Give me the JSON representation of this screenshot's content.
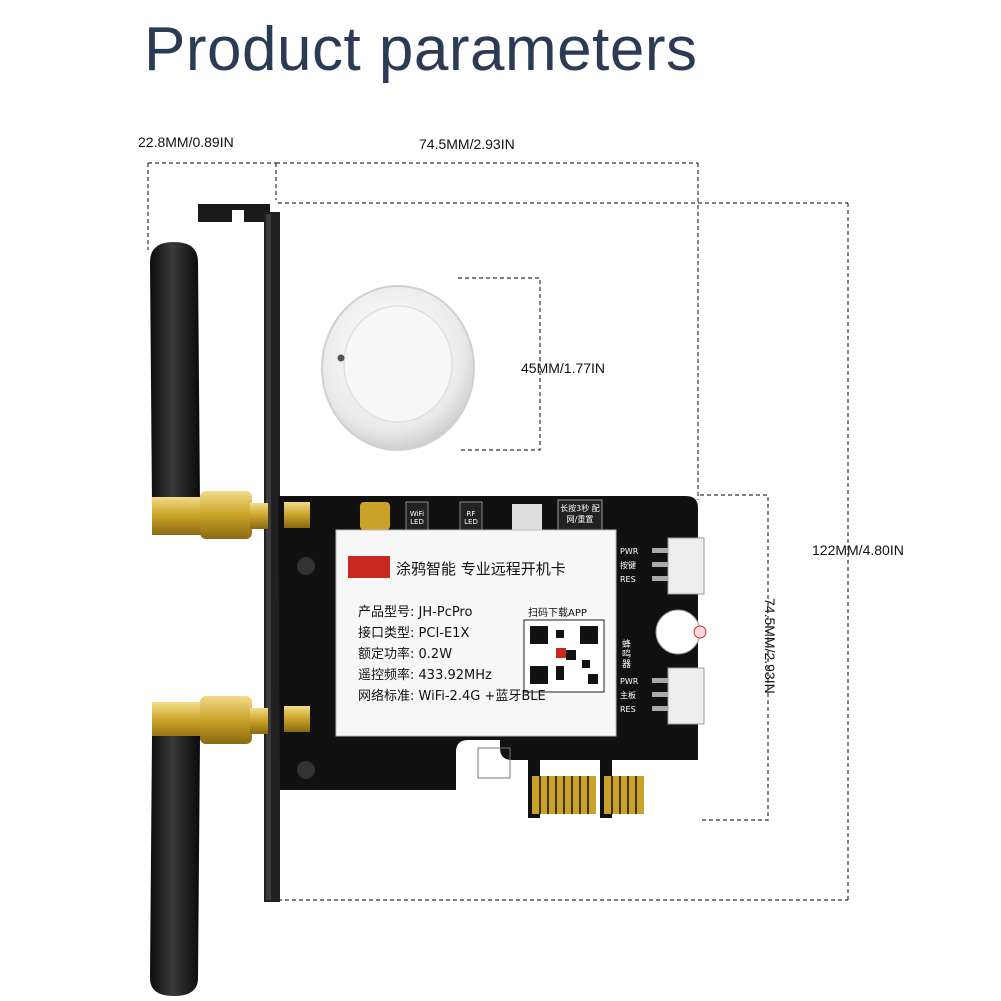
{
  "title": "Product parameters",
  "dimensions": {
    "bracket_depth": "22.8MM/0.89IN",
    "card_width": "74.5MM/2.93IN",
    "remote_diameter": "45MM/1.77IN",
    "bracket_height": "122MM/4.80IN",
    "card_height": "74.5MM/2.93IN"
  },
  "card": {
    "label_heading": "涂鸦智能 专业远程开机卡",
    "spec_rows": [
      {
        "key": "产品型号:",
        "value": "JH-PcPro"
      },
      {
        "key": "接口类型:",
        "value": "PCI-E1X"
      },
      {
        "key": "额定功率:",
        "value": "0.2W"
      },
      {
        "key": "遥控频率:",
        "value": "433.92MHz"
      },
      {
        "key": "网络标准:",
        "value": "WiFi-2.4G +蓝牙BLE"
      }
    ],
    "qr_caption": "扫码下载APP",
    "wifi_led": "WiFi LED",
    "rf_led": "RF LED",
    "button_label": "长按3秒 配网/重置",
    "buzzer_label": "蜂鸣器",
    "header_top": [
      "PWR",
      "按键",
      "RES"
    ],
    "header_bottom": [
      "PWR",
      "主板",
      "RES"
    ]
  },
  "colors": {
    "title": "#2b3a55",
    "pcb": "#111111",
    "gold": "#c9a227",
    "label_red": "#c8281e"
  }
}
